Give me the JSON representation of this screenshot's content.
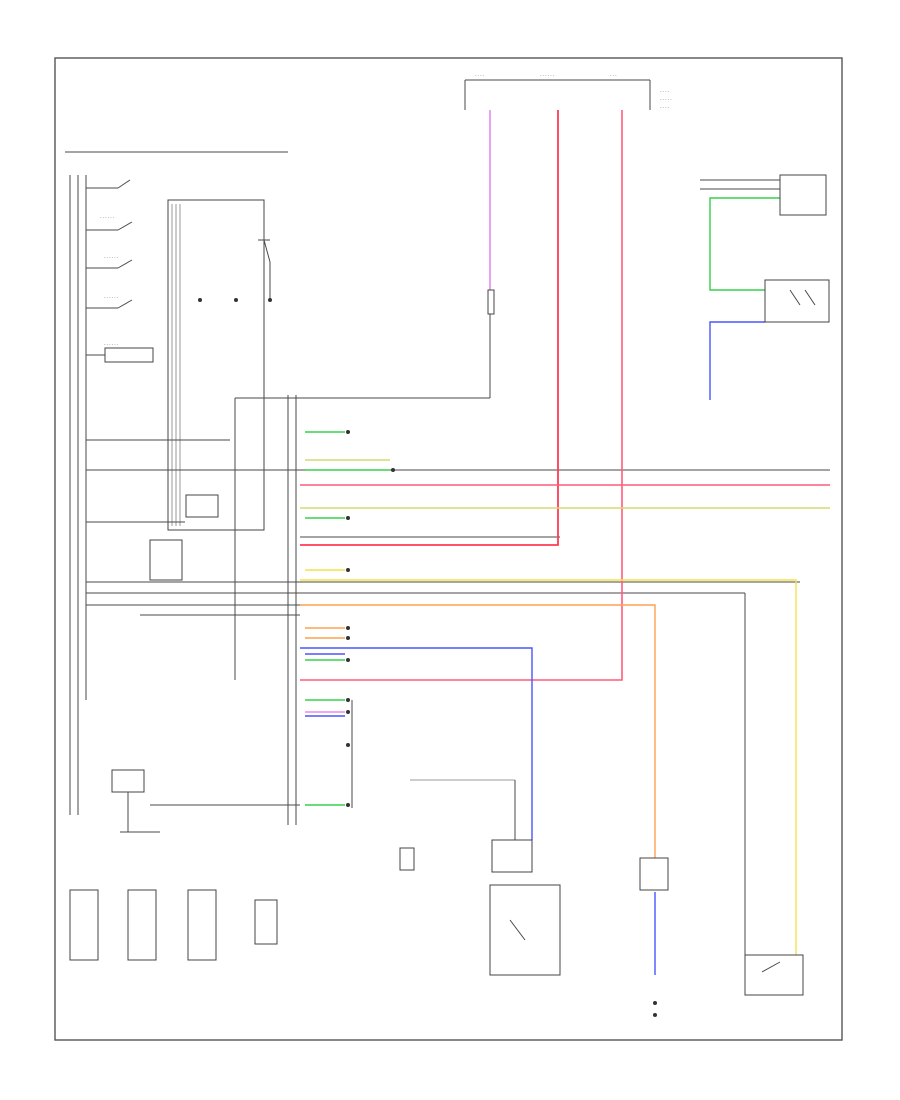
{
  "diagram": {
    "footer_label": "",
    "component_title": "",
    "colors": {
      "pink": "#ff5c7a",
      "red": "#ff3b55",
      "violet": "#e58cf0",
      "green": "#35d04a",
      "blue": "#4a55ff",
      "yellow": "#f5e24a",
      "orange": "#ffa050",
      "olive": "#d8d870",
      "wire_gray": "#4a4a4a"
    },
    "wires": [
      {
        "id": "violet-left-trunk",
        "color": "violet"
      },
      {
        "id": "red-center-trunk",
        "color": "red"
      },
      {
        "id": "pink-right-trunk",
        "color": "pink"
      },
      {
        "id": "green-top-right",
        "color": "green"
      },
      {
        "id": "blue-right",
        "color": "blue"
      },
      {
        "id": "pink-horizontal",
        "color": "pink"
      },
      {
        "id": "olive-horizontal",
        "color": "olive"
      },
      {
        "id": "yellow-long",
        "color": "yellow"
      },
      {
        "id": "orange-long",
        "color": "orange"
      },
      {
        "id": "blue-lower",
        "color": "blue"
      },
      {
        "id": "blue-bottom-right",
        "color": "blue"
      }
    ],
    "connector_stubs": [
      {
        "id": "stub-1",
        "color": "green"
      },
      {
        "id": "stub-2",
        "color": "olive"
      },
      {
        "id": "stub-3",
        "color": "green"
      },
      {
        "id": "stub-4",
        "color": "green"
      },
      {
        "id": "stub-5",
        "color": "yellow"
      },
      {
        "id": "stub-6",
        "color": "orange"
      },
      {
        "id": "stub-7",
        "color": "orange"
      },
      {
        "id": "stub-8",
        "color": "green"
      },
      {
        "id": "stub-9",
        "color": "blue"
      },
      {
        "id": "stub-10",
        "color": "green"
      },
      {
        "id": "stub-11",
        "color": "violet"
      },
      {
        "id": "stub-12",
        "color": "blue"
      },
      {
        "id": "stub-13",
        "color": "green"
      }
    ]
  }
}
